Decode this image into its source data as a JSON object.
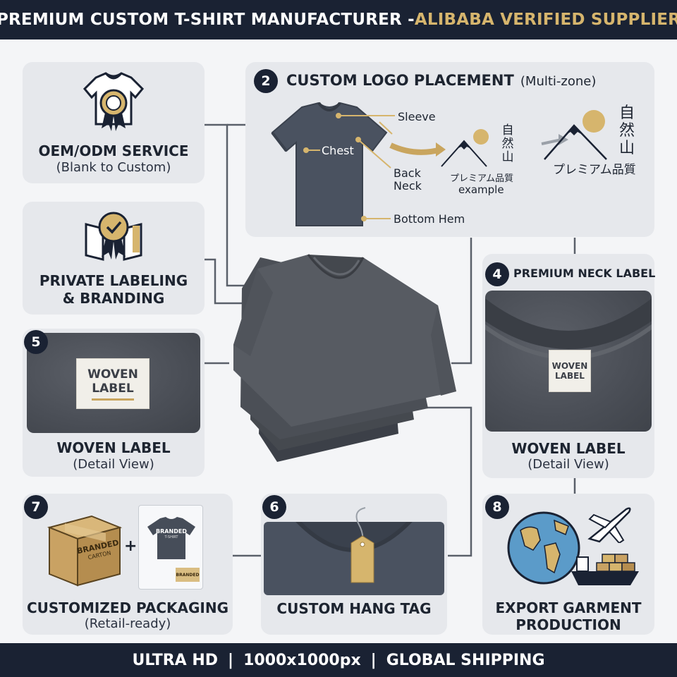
{
  "header": {
    "title_white": "PREMIUM CUSTOM T-SHIRT MANUFACTURER - ",
    "title_gold": "ALIBABA VERIFIED SUPPLIER"
  },
  "footer": {
    "item1": "ULTRA HD",
    "item2": "1000x1000px",
    "item3": "GLOBAL SHIPPING",
    "separator": "|"
  },
  "colors": {
    "navy": "#1a2233",
    "gold": "#d6b56d",
    "card_bg": "#e6e8ec",
    "shirt": "#4a5260"
  },
  "cards": {
    "oem": {
      "title": "OEM/ODM SERVICE",
      "subtitle": "(Blank to Custom)",
      "icon": "shirt-award-icon"
    },
    "private": {
      "title1": "PRIVATE LABELING",
      "title2": "& BRANDING",
      "icon": "book-award-icon"
    },
    "logo": {
      "number": "2",
      "title": "CUSTOM LOGO PLACEMENT",
      "title_suffix": "(Multi-zone)",
      "labels": {
        "sleeve": "Sleeve",
        "chest": "Chest",
        "back": "Back",
        "neck": "Neck",
        "hem": "Bottom Hem",
        "example": "example"
      },
      "logo_text": {
        "kanji1": "自",
        "kanji2": "然",
        "kanji3": "山",
        "jp": "プレミアム品質"
      }
    },
    "neck": {
      "number": "4",
      "title": "PREMIUM NECK LABEL",
      "tag1": "WOVEN",
      "tag2": "LABEL",
      "caption": "WOVEN LABEL",
      "caption_sub": "(Detail View)"
    },
    "woven": {
      "number": "5",
      "tag1": "WOVEN",
      "tag2": "LABEL",
      "title": "WOVEN LABEL",
      "subtitle": "(Detail View)"
    },
    "packaging": {
      "number": "7",
      "box1": "BRANDED",
      "box2": "CARTON",
      "plus": "+",
      "bag": "BRANDED",
      "bag_sub": "T-SHIRT",
      "bag_label": "BRANDED",
      "title": "CUSTOMIZED PACKAGING",
      "subtitle": "(Retail-ready)"
    },
    "hangtag": {
      "number": "6",
      "title": "CUSTOM HANG TAG"
    },
    "export": {
      "number": "8",
      "title1": "EXPORT GARMENT",
      "title2": "PRODUCTION",
      "icons": [
        "globe-icon",
        "airplane-icon",
        "cargo-ship-icon"
      ]
    }
  }
}
